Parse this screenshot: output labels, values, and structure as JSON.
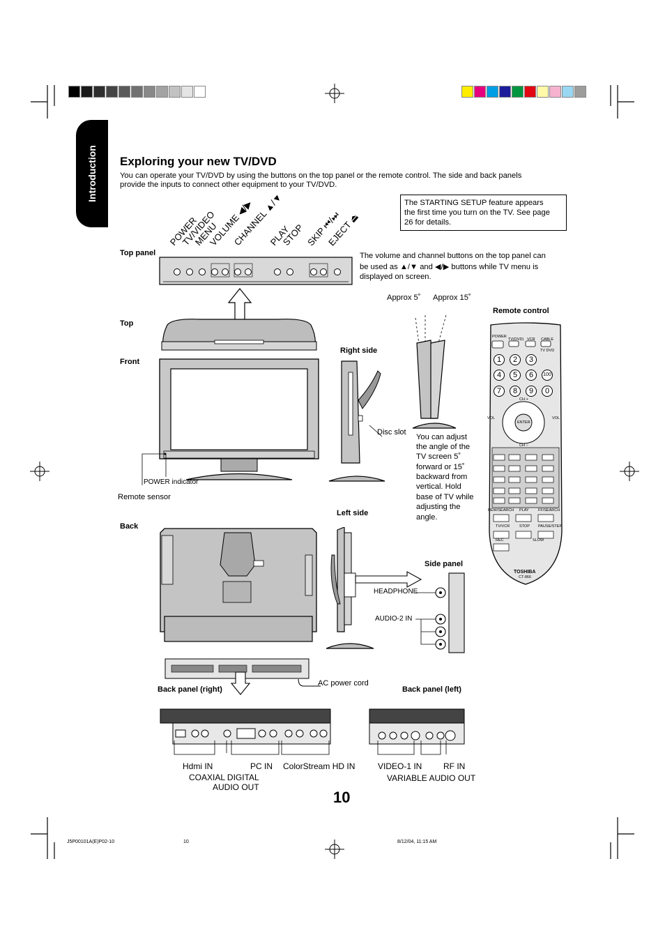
{
  "heading": "Exploring your new TV/DVD",
  "intro_line1": "You can operate your TV/DVD by using the buttons on the top panel or the remote control. The side and back panels",
  "intro_line2": "provide the inputs to connect other equipment to your TV/DVD.",
  "side_tab": "Introduction",
  "note_box": {
    "line1": "The STARTING SETUP feature appears",
    "line2": "the first time you turn on the TV. See page",
    "line3": "26 for details."
  },
  "button_labels": [
    "POWER",
    "TV/VIDEO",
    "MENU",
    "VOLUME ◀/▶",
    "CHANNEL ▲/▼",
    "PLAY",
    "STOP",
    "SKIP ⏮/⏭",
    "EJECT ⏏"
  ],
  "top_panel_label": "Top panel",
  "top_panel_note": {
    "line1": "The volume and channel buttons on the top panel can",
    "line2": "be used as ▲/▼ and ◀/▶ buttons while TV menu is",
    "line3": "displayed on screen."
  },
  "views": {
    "top": "Top",
    "front": "Front",
    "back": "Back",
    "right_side": "Right side",
    "left_side": "Left side",
    "side_panel": "Side panel",
    "remote_control": "Remote control",
    "back_panel_right": "Back panel (right)",
    "back_panel_left": "Back panel (left)"
  },
  "angles": {
    "approx5": "Approx 5˚",
    "approx15": "Approx 15˚"
  },
  "disc_slot": "Disc slot",
  "angle_note": [
    "You can adjust",
    "the angle of the",
    "TV screen 5˚",
    "forward or 15˚",
    "backward from",
    "vertical. Hold",
    "base of TV while",
    "adjusting the",
    "angle."
  ],
  "power_indicator": "POWER indicator",
  "remote_sensor": "Remote sensor",
  "headphone": "HEADPHONE",
  "audio2_in": "AUDIO-2 IN",
  "ac_power_cord": "AC power cord",
  "connectors": {
    "hdmi_in": "Hdmi IN",
    "pc_in": "PC IN",
    "colorstream": "ColorStream HD IN",
    "video1_in": "VIDEO-1 IN",
    "rf_in": "RF IN",
    "coaxial1": "COAXIAL DIGITAL",
    "coaxial2": "AUDIO OUT",
    "variable_audio": "VARIABLE AUDIO OUT"
  },
  "remote": {
    "power": "POWER",
    "tvdvd": "TV(DVD)",
    "vcr": "VCR",
    "cable": "CABLE",
    "tvdvd2": "TV DVD",
    "digits": [
      "1",
      "2",
      "3",
      "4",
      "5",
      "6",
      "7",
      "8",
      "9",
      "0"
    ],
    "hundred": "100",
    "ch_plus": "CH +",
    "ch_minus": "CH −",
    "vol_minus": "VOL",
    "vol_plus": "VOL",
    "enter": "ENTER",
    "brand": "TOSHIBA",
    "model": "CT-866",
    "rew": "REW/SEARCH",
    "play": "PLAY",
    "ff": "FF/SEARCH",
    "tvvcr": "TV/VCR",
    "stop": "STOP",
    "pause": "PAUSE/STEP",
    "rec": "REC",
    "slow": "SLOW"
  },
  "page_number": "10",
  "footer": {
    "left": "J5P00101A(E)P02-10",
    "center": "10",
    "right": "8/12/04, 11:15 AM"
  },
  "colors": {
    "grays": [
      "#000000",
      "#1a1a1a",
      "#2e2e2e",
      "#444444",
      "#5a5a5a",
      "#707070",
      "#888888",
      "#a3a3a3",
      "#c2c2c2",
      "#e4e4e4",
      "#ffffff"
    ],
    "process": [
      "#ffed00",
      "#e6007e",
      "#009fe3",
      "#1d1d9b",
      "#00963f",
      "#e30613",
      "#fff9a8",
      "#f5b3cf",
      "#99d7f3",
      "#9d9d9c"
    ]
  }
}
